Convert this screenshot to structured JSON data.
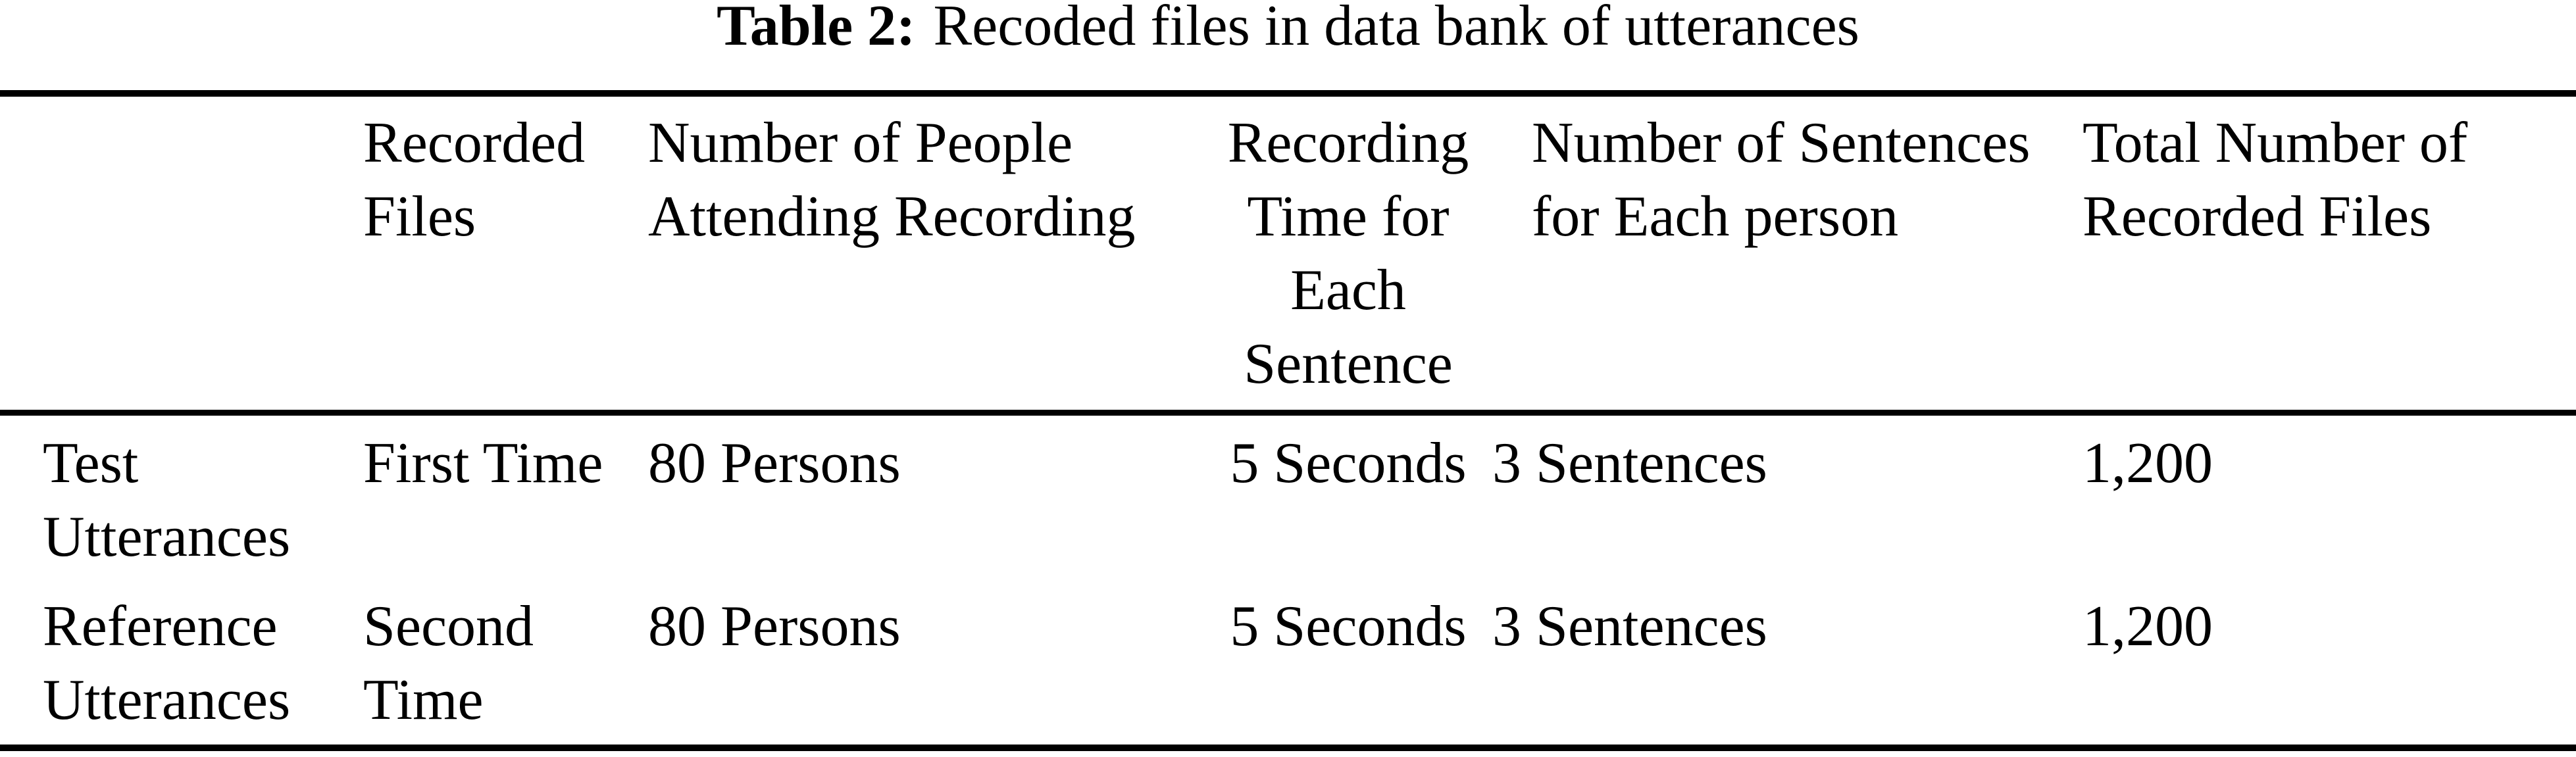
{
  "page": {
    "background": "#ffffff",
    "text_color": "#000000",
    "rule_color": "#000000"
  },
  "caption": {
    "label": "Table 2:",
    "text": "Recoded files in data bank of utterances"
  },
  "table": {
    "headers": [
      {
        "id": "row-label",
        "label": ""
      },
      {
        "id": "recorded-files",
        "label": "Recorded\nFiles"
      },
      {
        "id": "people-count",
        "label": "Number of People\nAttending Recording"
      },
      {
        "id": "recording-time",
        "label": "Recording\nTime for\nEach\nSentence"
      },
      {
        "id": "sentence-count",
        "label": "Number of Sentences\nfor Each person"
      },
      {
        "id": "total-files",
        "label": "Total Number of\nRecorded Files"
      }
    ],
    "rows": [
      {
        "cells": [
          "Test\nUtterances",
          "First Time",
          "80 Persons",
          "5 Seconds",
          "3 Sentences",
          "1,200"
        ]
      },
      {
        "cells": [
          "Reference\nUtterances",
          "Second\nTime",
          "80 Persons",
          "5 Seconds",
          "3 Sentences",
          "1,200"
        ]
      }
    ]
  }
}
